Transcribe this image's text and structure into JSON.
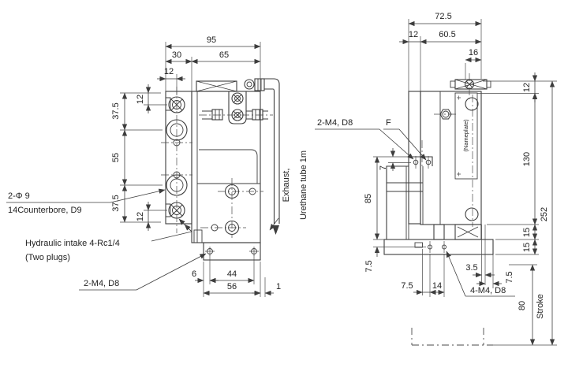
{
  "front": {
    "dims": {
      "overall_width": "95",
      "left_width": "30",
      "right_width": "65",
      "top_offset": "12",
      "pitch_top": "37.5",
      "pitch_mid": "55",
      "pitch_bottom": "37.5",
      "inset_top": "12",
      "inset_bottom": "12",
      "base_edge": "6",
      "base_pitch": "44",
      "base_width": "56",
      "base_gap": "1"
    },
    "labels": {
      "counterbore_qty": "2-Φ 9",
      "counterbore_spec": "14Counterbore, D9",
      "intake_line1": "Hydraulic intake 4-Rc1/4",
      "intake_line2": "(Two plugs)",
      "mount_holes": "2-M4, D8",
      "exhaust_line1": "Exhaust,",
      "exhaust_line2": "Urethane tube 1m"
    }
  },
  "side": {
    "dims": {
      "overall_width": "72.5",
      "plate_width": "12",
      "body_width": "60.5",
      "port_offset": "16",
      "top_offset": "12",
      "body_length": "130",
      "overall_length": "252",
      "foot_a": "15",
      "foot_b": "15",
      "hole_depth": "7",
      "carriage_length": "85",
      "base_top_offset": "7.5",
      "base_hole_edge": "7.5",
      "base_hole_pitch": "14",
      "rail_offset": "3.5",
      "base_right_edge": "7.5",
      "stroke_length": "80"
    },
    "labels": {
      "mount_holes": "2-M4, D8",
      "port_f": "F",
      "nameplate": "(Nameplate)",
      "base_holes": "4-M4, D8",
      "stroke": "Stroke"
    }
  }
}
